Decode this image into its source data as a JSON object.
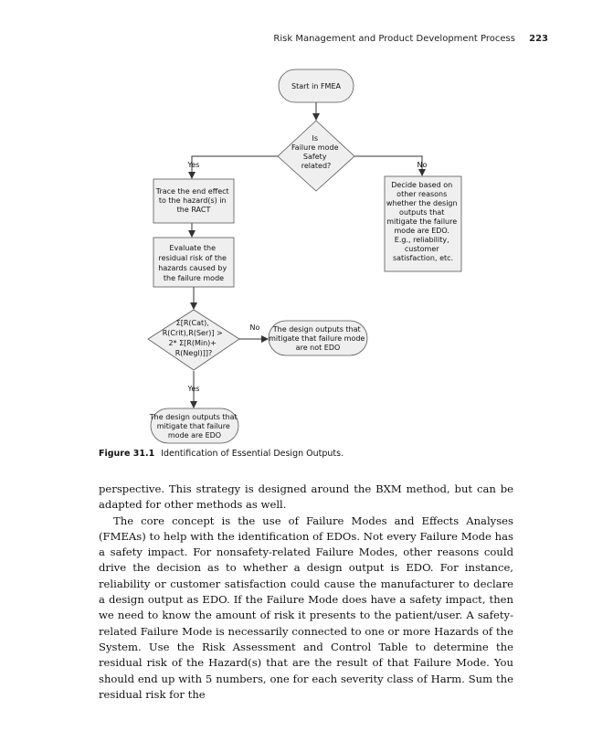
{
  "header": {
    "running_title": "Risk Management and Product Development Process",
    "page_number": "223"
  },
  "flowchart": {
    "start": "Start in FMEA",
    "decision1": [
      "Is",
      "Failure mode",
      "Safety",
      "related?"
    ],
    "label_yes1": "Yes",
    "label_no1": "No",
    "trace_box": [
      "Trace the end effect",
      "to the hazard(s) in",
      "the RACT"
    ],
    "decide_box": [
      "Decide based on",
      "other reasons",
      "whether the design",
      "outputs that",
      "mitigate the failure",
      "mode are EDO.",
      "E.g., reliability,",
      "customer",
      "satisfaction, etc."
    ],
    "evaluate_box": [
      "Evaluate the",
      "residual risk of the",
      "hazards caused by",
      "the failure mode"
    ],
    "decision2": [
      "Σ[R(Cat),",
      "R(Crit),R(Ser)] >",
      "2* Σ[R(Min)+",
      "R(Negl)]]?"
    ],
    "label_no2": "No",
    "not_edo": [
      "The design outputs that",
      "mitigate that failure mode",
      "are  not EDO"
    ],
    "label_yes2": "Yes",
    "edo": [
      "The design outputs that",
      "mitigate that failure",
      "mode are EDO"
    ]
  },
  "caption": {
    "label": "Figure 31.1",
    "text": "Identification of Essential Design Outputs."
  },
  "body": {
    "paragraphs": [
      "perspective. This strategy is designed around the BXM method, but can be adapted for other methods as well.",
      "The core concept is the use of Failure Modes and Effects Analyses (FMEAs) to help with the identification of EDOs. Not every Failure Mode has a safety impact. For nonsafety-related Failure Modes, other reasons could drive the decision as to whether a design output is EDO. For instance, reliability or customer satisfaction could cause the manufacturer to declare a design output as EDO. If the Failure Mode does have a safety impact, then we need to know the amount of risk it presents to the patient/user. A safety-related Failure Mode is necessarily connected to one or more Hazards of the System. Use the Risk Assessment and Control Table to determine the residual risk of the Hazard(s) that are the result of that Failure Mode. You should end up with 5 numbers, one for each severity class of Harm. Sum the residual risk for the"
    ]
  }
}
